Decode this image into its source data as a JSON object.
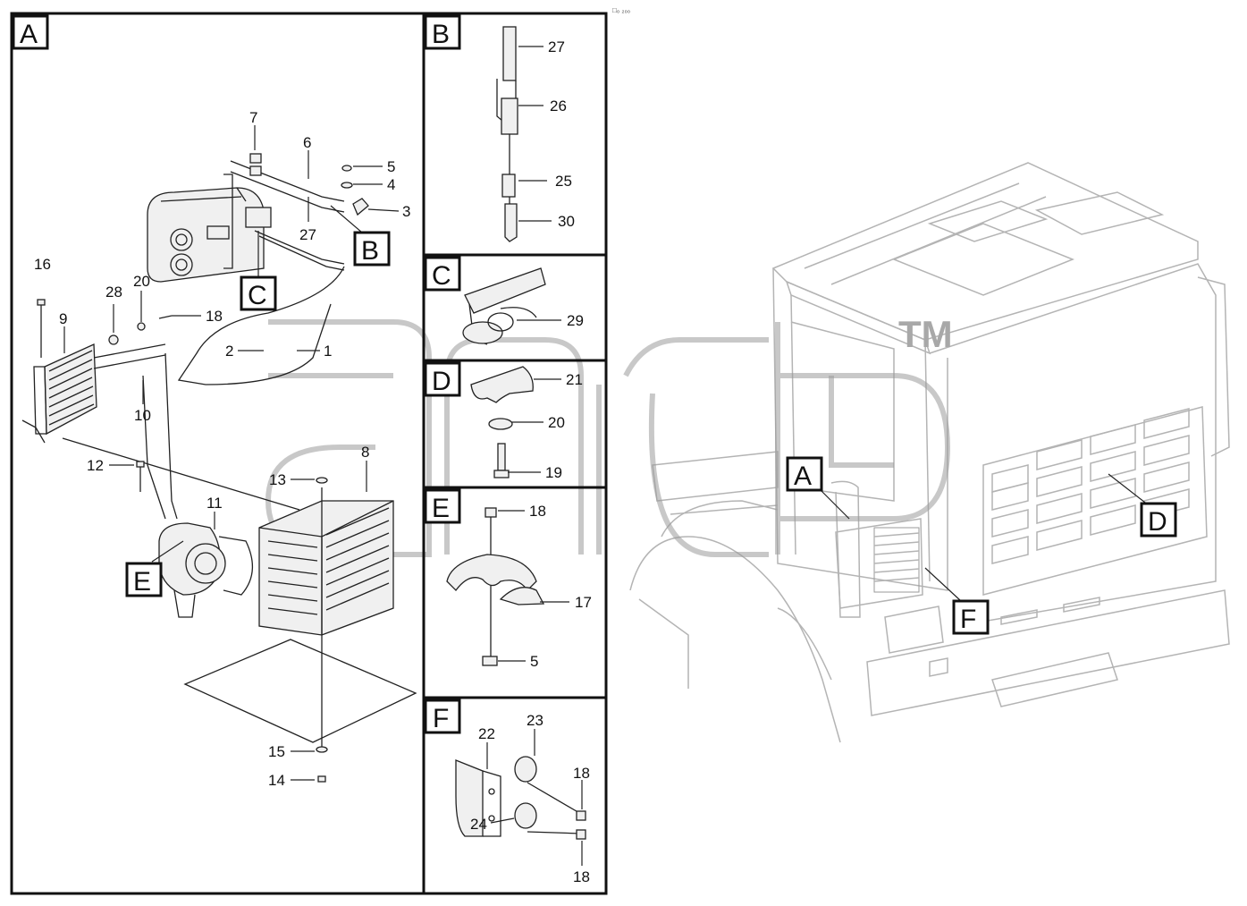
{
  "header_code": "□₀ ₂₀₀",
  "watermark": {
    "trademark": "TM"
  },
  "panels": [
    {
      "id": "A",
      "label": "A"
    },
    {
      "id": "B",
      "label": "B"
    },
    {
      "id": "C",
      "label": "C"
    },
    {
      "id": "D",
      "label": "D"
    },
    {
      "id": "E",
      "label": "E"
    },
    {
      "id": "F",
      "label": "F"
    }
  ],
  "callout_tags": {
    "panel_a": [
      "B",
      "C",
      "E"
    ],
    "truck": [
      "A",
      "D",
      "F"
    ]
  },
  "part_labels": {
    "panel_a": [
      "7",
      "6",
      "5",
      "4",
      "3",
      "27",
      "16",
      "28",
      "20",
      "18",
      "9",
      "2",
      "1",
      "10",
      "12",
      "13",
      "8",
      "11",
      "15",
      "14"
    ],
    "panel_b": [
      "27",
      "26",
      "25",
      "30"
    ],
    "panel_c": [
      "29"
    ],
    "panel_d": [
      "21",
      "20",
      "19"
    ],
    "panel_e": [
      "18",
      "17",
      "5"
    ],
    "panel_f": [
      "23",
      "22",
      "18",
      "24",
      "18"
    ]
  }
}
